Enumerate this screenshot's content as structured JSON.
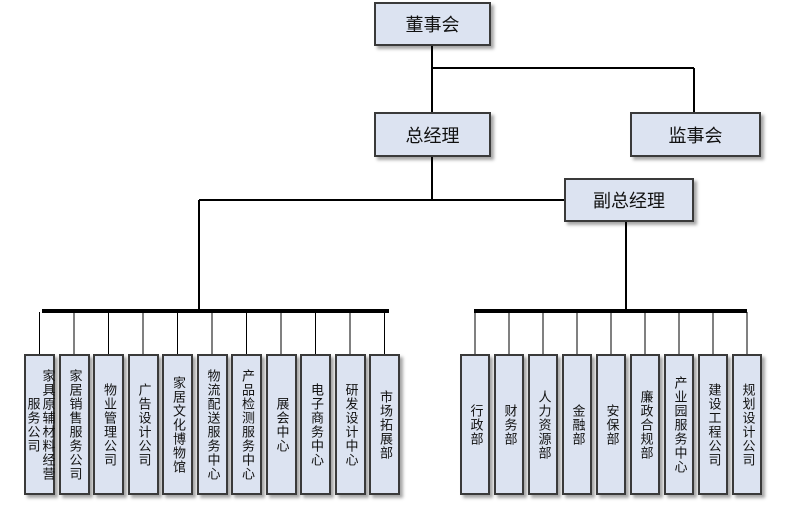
{
  "top": {
    "board": "董事会",
    "gm": "总经理",
    "supervisors": "监事会",
    "deputy_gm": "副总经理"
  },
  "left_units": [
    {
      "lines": [
        "家具原辅材料经营",
        "服务公司"
      ]
    },
    {
      "lines": [
        "家居销售服务公司"
      ]
    },
    {
      "lines": [
        "物业管理公司"
      ]
    },
    {
      "lines": [
        "广告设计公司"
      ]
    },
    {
      "lines": [
        "家居文化博物馆"
      ]
    },
    {
      "lines": [
        "物流配送服务中心"
      ]
    },
    {
      "lines": [
        "产品检测服务中心"
      ]
    },
    {
      "lines": [
        "展会中心"
      ]
    },
    {
      "lines": [
        "电子商务中心"
      ]
    },
    {
      "lines": [
        "研发设计中心"
      ]
    },
    {
      "lines": [
        "市场拓展部"
      ]
    }
  ],
  "right_units": [
    {
      "lines": [
        "行政部"
      ]
    },
    {
      "lines": [
        "财务部"
      ]
    },
    {
      "lines": [
        "人力资源部"
      ]
    },
    {
      "lines": [
        "金融部"
      ]
    },
    {
      "lines": [
        "安保部"
      ]
    },
    {
      "lines": [
        "廉政合规部"
      ]
    },
    {
      "lines": [
        "产业园服务中心"
      ]
    },
    {
      "lines": [
        "建设工程公司"
      ]
    },
    {
      "lines": [
        "规划设计公司"
      ]
    }
  ],
  "colors": {
    "box_fill": "#dce3f1",
    "box_border": "#3a3a3a",
    "line": "#000000"
  }
}
